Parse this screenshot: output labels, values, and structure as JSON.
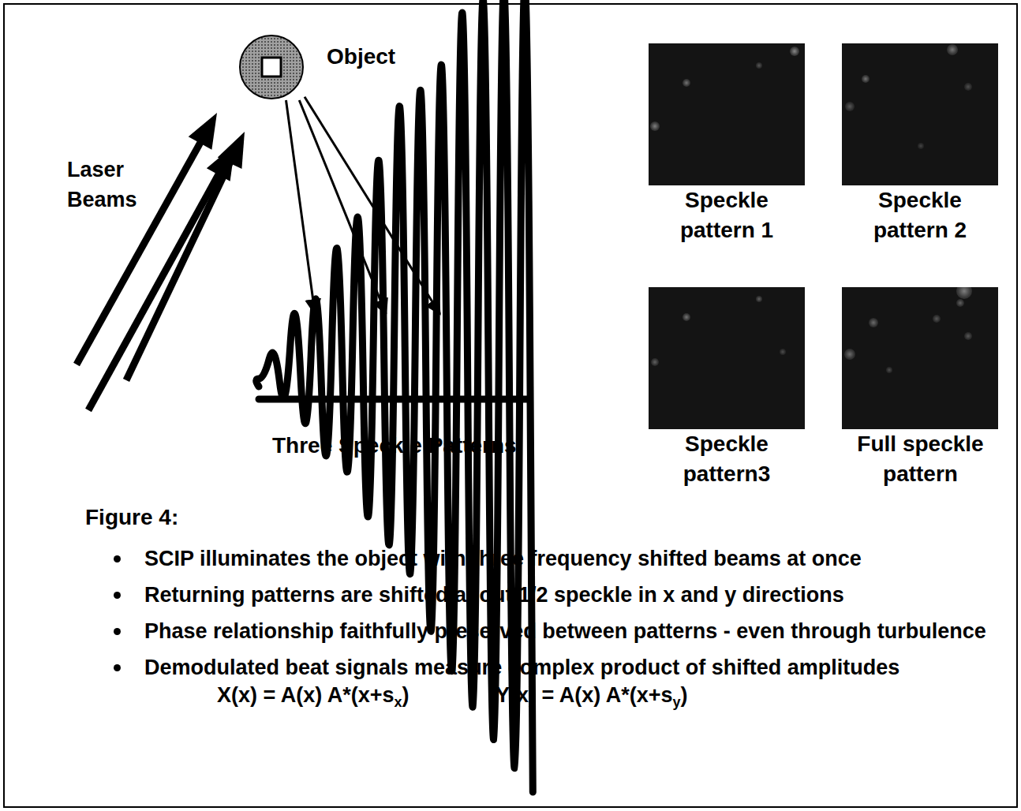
{
  "diagram": {
    "nodes": [
      {
        "text": [
          "Object"
        ]
      },
      {
        "text": [
          "Three Speckle Patterns"
        ]
      },
      {
        "text": [
          "Speckle pattern 1"
        ]
      },
      {
        "text": [
          "Speckle pattern 2"
        ]
      },
      {
        "text": [
          "Speckle pattern3"
        ]
      },
      {
        "text": [
          "Full speckle pattern"
        ]
      }
    ],
    "edges": [
      {
        "from": 0,
        "to": 1,
        "arrow": "to"
      },
      {
        "from": 0,
        "to": 1,
        "arrow": "to"
      },
      {
        "from": 0,
        "to": 1,
        "arrow": "to"
      }
    ],
    "labels": [
      "Laser Beams",
      "Figure 4:",
      "SCIP illuminates the object with three frequency shifted beams at once",
      "Returning patterns are shifted about 1/2 speckle in x and y directions",
      "Phase relationship faithfully preserved between patterns - even through turbulence",
      "Demodulated beat signals measure complex product of shifted amplitudes",
      "X(x) = A(x) A*(x+s",
      "x",
      ")",
      "Y(x) = A(x) A*(x+s",
      "y",
      ")"
    ]
  }
}
